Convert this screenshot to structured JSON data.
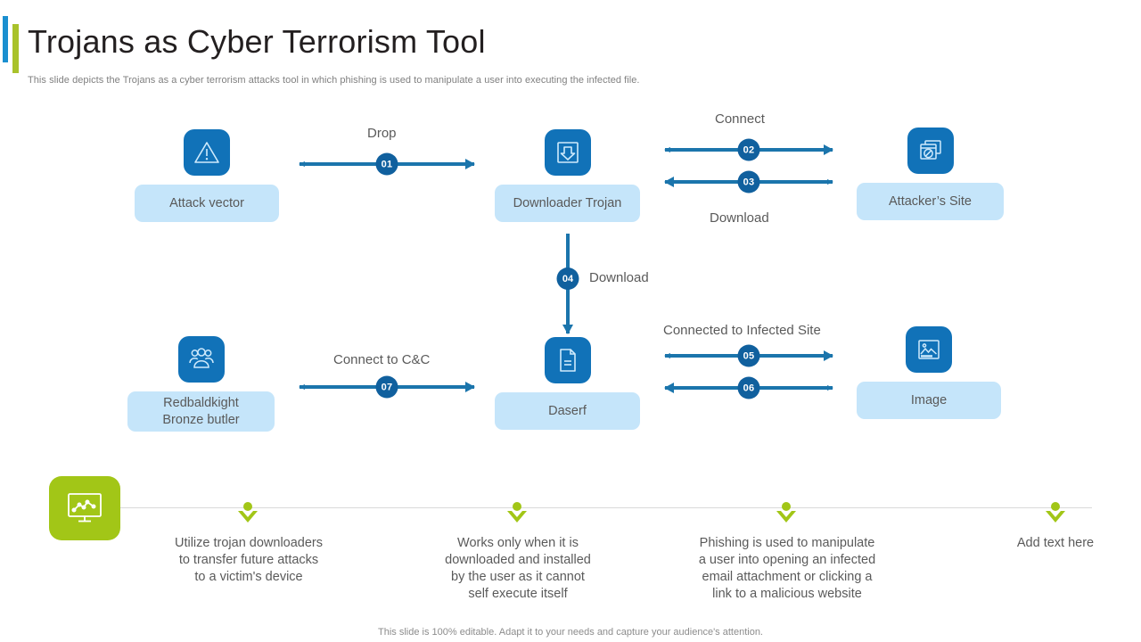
{
  "header": {
    "title": "Trojans as Cyber Terrorism Tool",
    "subtitle": "This slide depicts the Trojans as a cyber terrorism attacks tool in which phishing is used to manipulate a user into executing the infected file.",
    "accent_blue": "#1b8fd0",
    "accent_olive": "#a9c22b"
  },
  "colors": {
    "icon_blue": "#1172b8",
    "label_blue": "#c5e5fa",
    "arrow_blue": "#1b75ac",
    "badge_blue": "#10609e",
    "olive": "#a2c617",
    "text_gray": "#5a5a5a"
  },
  "nodes": [
    {
      "id": "attack-vector",
      "label": "Attack vector",
      "icon": "warning-triangle-icon"
    },
    {
      "id": "downloader-trojan",
      "label": "Downloader Trojan",
      "icon": "download-box-icon"
    },
    {
      "id": "attackers-site",
      "label": "Attacker’s Site",
      "icon": "blocked-browser-window-icon"
    },
    {
      "id": "redbaldkight",
      "label": "Redbaldkight\nBronze butler",
      "icon": "user-group-icon"
    },
    {
      "id": "daserf",
      "label": "Daserf",
      "icon": "document-icon"
    },
    {
      "id": "image",
      "label": "Image",
      "icon": "picture-icon"
    }
  ],
  "connectors": [
    {
      "id": "drop",
      "badge": "01",
      "label": "Drop",
      "direction": "right"
    },
    {
      "id": "connect",
      "badge": "02",
      "label": "Connect",
      "direction": "right"
    },
    {
      "id": "download-back",
      "badge": "03",
      "label": "Download",
      "direction": "left"
    },
    {
      "id": "download-down",
      "badge": "04",
      "label": "Download",
      "direction": "down"
    },
    {
      "id": "infected-out",
      "badge": "05",
      "label": "Connected to Infected  Site",
      "direction": "right"
    },
    {
      "id": "infected-in",
      "badge": "06",
      "label": "",
      "direction": "left"
    },
    {
      "id": "connect-cc",
      "badge": "07",
      "label": "Connect to C&C",
      "direction": "right"
    }
  ],
  "bottom": {
    "icon": "monitor-chart-icon",
    "captions": [
      "Utilize trojan downloaders\nto transfer future  attacks\nto a victim's device",
      "Works only when it is\ndownloaded and installed\nby the user as it cannot\nself execute  itself",
      "Phishing is used to manipulate\na user into opening an infected\nemail attachment  or clicking a\nlink to a malicious website",
      "Add text here"
    ]
  },
  "footer": {
    "text": "This slide is 100% editable. Adapt it to your needs and capture your audience's attention."
  }
}
